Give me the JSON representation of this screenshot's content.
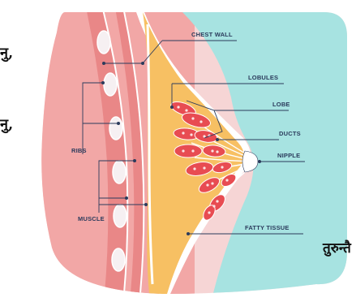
{
  "side_text": {
    "fragment_1": "नु,",
    "fragment_2": "नु,",
    "fragment_3": "तुरुन्तै"
  },
  "labels": {
    "chest_wall": "CHEST WALL",
    "lobules": "LOBULES",
    "lobe": "LOBE",
    "ducts": "DUCTS",
    "nipple": "NIPPLE",
    "fatty_tissue": "FATTY TISSUE",
    "ribs": "RIBS",
    "muscle": "MUSCLE"
  },
  "colors": {
    "background_blob": "#f6d5d5",
    "chest_wall_pink": "#f2a7a6",
    "teal_panel": "#a7e3e1",
    "fatty_tissue": "#f7c063",
    "lobes": "#e84c52",
    "rib_band": "#e98787",
    "rib_oval": "#f6f0f2",
    "label_text": "#2b3b5c"
  },
  "icons": {
    "breast_illustration": "breast-anatomy-illustration"
  }
}
